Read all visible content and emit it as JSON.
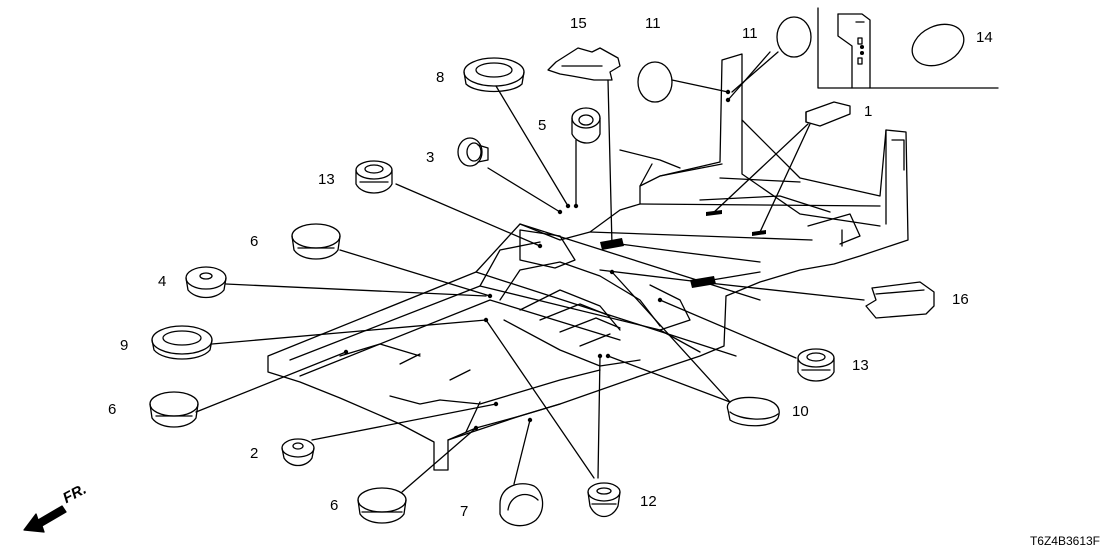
{
  "diagram": {
    "labels": [
      {
        "id": "15",
        "text": "15"
      },
      {
        "id": "11a",
        "text": "11"
      },
      {
        "id": "11b",
        "text": "11"
      },
      {
        "id": "14",
        "text": "14"
      },
      {
        "id": "8",
        "text": "8"
      },
      {
        "id": "5",
        "text": "5"
      },
      {
        "id": "1",
        "text": "1"
      },
      {
        "id": "3",
        "text": "3"
      },
      {
        "id": "13a",
        "text": "13"
      },
      {
        "id": "6a",
        "text": "6"
      },
      {
        "id": "4",
        "text": "4"
      },
      {
        "id": "16",
        "text": "16"
      },
      {
        "id": "9",
        "text": "9"
      },
      {
        "id": "13b",
        "text": "13"
      },
      {
        "id": "6b",
        "text": "6"
      },
      {
        "id": "10",
        "text": "10"
      },
      {
        "id": "2",
        "text": "2"
      },
      {
        "id": "6c",
        "text": "6"
      },
      {
        "id": "7",
        "text": "7"
      },
      {
        "id": "12",
        "text": "12"
      }
    ],
    "direction_marker": "FR.",
    "diagram_code": "T6Z4B3613F"
  }
}
